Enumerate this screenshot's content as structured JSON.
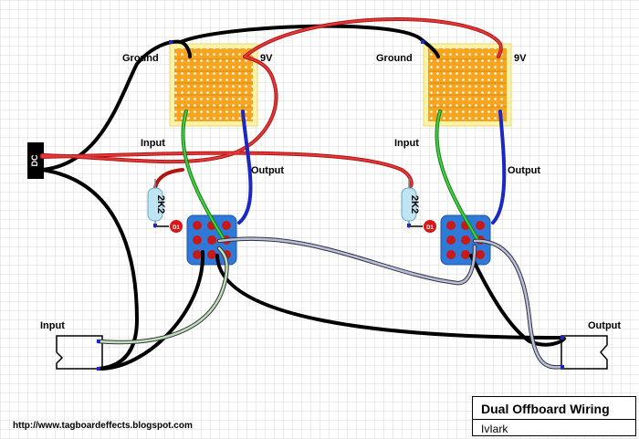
{
  "diagram": {
    "ground_label": "Ground",
    "power_label": "9V",
    "input_label": "Input",
    "output_label": "Output",
    "dc_label": "DC",
    "resistor_label": "2K2",
    "led_label": "D1",
    "jack_input_label": "Input",
    "jack_output_label": "Output",
    "url": "http://www.tagboardeffects.blogspot.com"
  },
  "title_block": {
    "title": "Dual Offboard Wiring",
    "author": "IvIark"
  },
  "colors": {
    "ground_wire": "#000000",
    "power_wire": "#d41e1e",
    "input_wire": "#2fbf2f",
    "output_wire": "#1b28c4",
    "shielded_cable": "#b9bfe0",
    "board": "#f7a51e",
    "footswitch": "#2f7ad8",
    "resistor": "#bfe5f2"
  }
}
